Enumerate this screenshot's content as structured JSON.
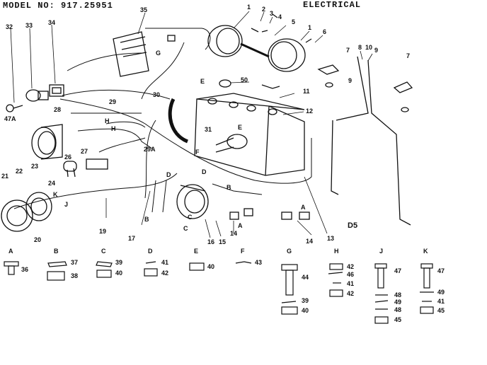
{
  "header": {
    "model": "MODEL NO: 917.25951",
    "section": "ELECTRICAL"
  },
  "diagram_code": "D5",
  "callouts": [
    "1",
    "2",
    "3",
    "4",
    "5",
    "1",
    "6",
    "7",
    "8",
    "9",
    "10",
    "9",
    "7",
    "11",
    "12",
    "13",
    "14",
    "14",
    "15",
    "16",
    "17",
    "19",
    "20",
    "21",
    "22",
    "23",
    "24",
    "26",
    "27",
    "28",
    "29",
    "29A",
    "30",
    "31",
    "32",
    "33",
    "34",
    "35",
    "47A",
    "50"
  ],
  "zone_letters": [
    "G",
    "E",
    "E",
    "F",
    "H",
    "H",
    "K",
    "J",
    "D",
    "B",
    "C",
    "A",
    "A",
    "B",
    "D",
    "C"
  ],
  "hardware_kits": [
    {
      "letter": "A",
      "items": [
        {
          "ref": "36"
        }
      ]
    },
    {
      "letter": "B",
      "items": [
        {
          "ref": "37"
        },
        {
          "ref": "38"
        }
      ]
    },
    {
      "letter": "C",
      "items": [
        {
          "ref": "39"
        },
        {
          "ref": "40"
        }
      ]
    },
    {
      "letter": "D",
      "items": [
        {
          "ref": "41"
        },
        {
          "ref": "42"
        }
      ]
    },
    {
      "letter": "E",
      "items": [
        {
          "ref": "40"
        }
      ]
    },
    {
      "letter": "F",
      "items": [
        {
          "ref": "43"
        }
      ]
    },
    {
      "letter": "G",
      "items": [
        {
          "ref": "44"
        },
        {
          "ref": "39"
        },
        {
          "ref": "40"
        }
      ]
    },
    {
      "letter": "H",
      "items": [
        {
          "ref": "42"
        },
        {
          "ref": "46"
        },
        {
          "ref": "41"
        },
        {
          "ref": "42"
        }
      ]
    },
    {
      "letter": "J",
      "items": [
        {
          "ref": "47"
        },
        {
          "ref": "48"
        },
        {
          "ref": "49"
        },
        {
          "ref": "48"
        },
        {
          "ref": "45"
        }
      ]
    },
    {
      "letter": "K",
      "items": [
        {
          "ref": "47"
        },
        {
          "ref": "49"
        },
        {
          "ref": "41"
        },
        {
          "ref": "45"
        }
      ]
    }
  ]
}
